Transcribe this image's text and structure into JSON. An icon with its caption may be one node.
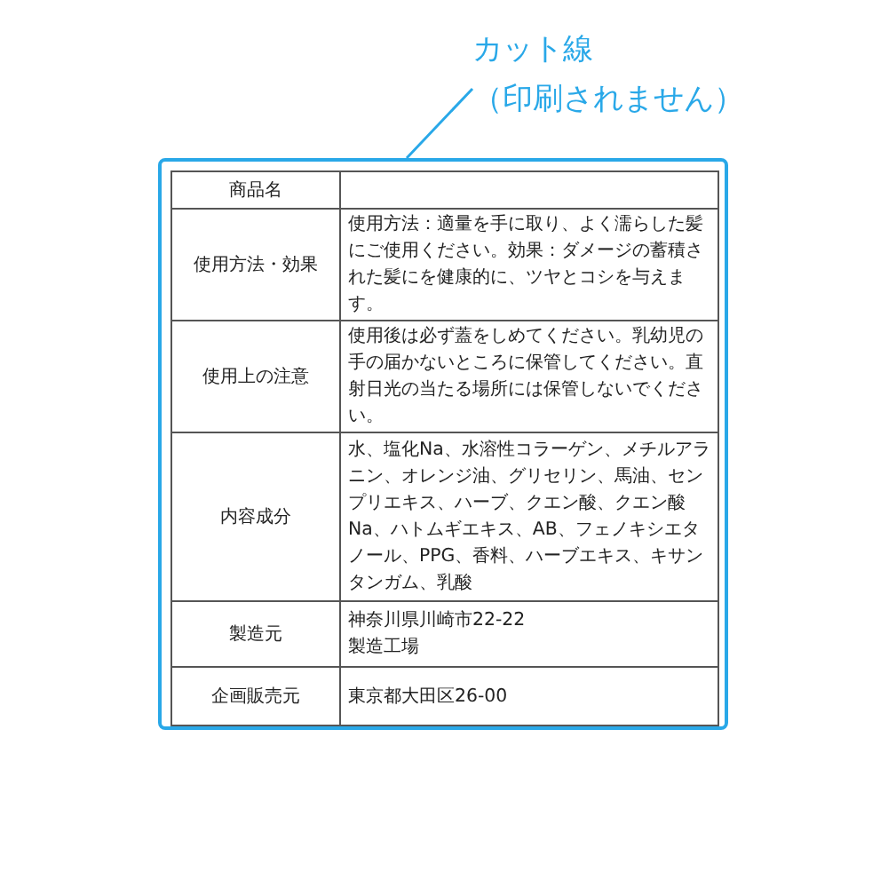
{
  "diagram": {
    "nodes": [
      {
        "text": [
          "カット線",
          "（印刷されません）"
        ]
      },
      {
        "text": [],
        "shape": "box"
      }
    ],
    "edges": [
      {
        "from": 0,
        "to": 1,
        "arrow": "none"
      }
    ],
    "labels": [
      "商品名",
      "使用方法・効果",
      "使用方法：適量を手に取り、よく濡らした髪にご使用ください。効果：ダメージの蓄積された髪にを健康的に、ツヤとコシを与えます。",
      "使用上の注意",
      "使用後は必ず蓋をしめてください。乳幼児の手の届かないところに保管してください。直射日光の当たる場所には保管しないでください。",
      "内容成分",
      "水、塩化Na、水溶性コラーゲン、メチルアラニン、オレンジ油、グリセリン、馬油、センプリエキス、ハーブ、クエン酸、クエン酸Na、ハトムギエキス、AB、フェノキシエタノール、PPG、香料、ハーブエキス、キサンタンガム、乳酸",
      "製造元",
      "神奈川県川崎市22-22",
      "製造工場",
      "企画販売元",
      "東京都大田区26-00"
    ]
  }
}
